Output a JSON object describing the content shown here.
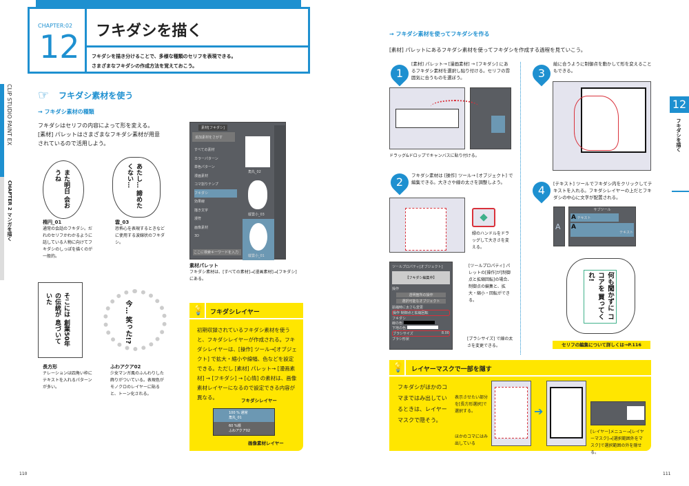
{
  "header": {
    "chapter_label": "CHAPTER:02",
    "chapter_number": "12",
    "title": "フキダシを描く",
    "lead": [
      "フキダシを描き分けることで、多様な種類のセリフを表現できる。",
      "さまざまなフキダシの作成方法を覚えておこう。"
    ]
  },
  "side_tab_left": {
    "product": "CLIP STUDIO PAINT EX",
    "chapter": "CHAPTER 2 マンガを描く"
  },
  "side_tab_right": {
    "number": "12",
    "title": "フキダシを描く"
  },
  "section": {
    "title": "フキダシ素材を使う",
    "sub1": "フキダシ素材の種類",
    "body1": "フキダシはセリフの内容によって形を変える。[素材] パレットはさまざまなフキダシ素材が用意されているので活用しよう。"
  },
  "bubbles": [
    {
      "sample": "また明日 会おうね",
      "name": "楕円_01",
      "desc": "通常の会話のフキダシ。だれのセリフかわかるように話している人物に向けてフキダシのしっぽを描くのが一般的。"
    },
    {
      "sample": "あたし… 諦めたくない…",
      "name": "雲_03",
      "desc": "恐怖心を表現するときなどに使用する波線状のフキダシ。"
    },
    {
      "sample": "そこには 創業50年の伝統が 息づいていた",
      "name": "長方形",
      "desc": "ナレーションは四角い枠にテキストを入れるパターンが多い。"
    },
    {
      "sample": "今… 笑った!?",
      "name": "ふわアクア02",
      "desc": "少女マンガ風のふんわりした飾りがついている。表現色がモノクロのレイヤーに貼ると、トーン化される。"
    }
  ],
  "palette": {
    "tab": "素材[フキダシ]",
    "search_btn": "追加素材をさがす",
    "tree": [
      "すべての素材",
      "カラーパターン",
      "単色パターン",
      "漫画素材",
      "コマ割りテンプ",
      "フキダシ",
      "効果線",
      "描き文字",
      "漫符",
      "画像素材",
      "3D"
    ],
    "thumbs": [
      "角丸_02",
      "縦雲小_03",
      "縦雲小_01"
    ],
    "search_placeholder": "ここに検索キーワードを入力",
    "caption_title": "素材パレット",
    "caption": "フキダシ素材は、[すべての素材]→[漫画素材]→[フキダシ]にある。"
  },
  "tip1": {
    "title": "フキダシレイヤー",
    "body": "初期収録されているフキダシ素材を使うと、フキダシレイヤーが作成される。フキダシレイヤーは、[操作] ツール→[オブジェクト] で拡大・縮小や線幅、色などを設定できる。ただし [素材] パレット→ [漫画素材] → [フキダシ] → [心情] の素材は、画像素材レイヤーになるので設定できる内容が異なる。",
    "label_top": "フキダシレイヤー",
    "label_bottom": "画像素材レイヤー",
    "layers": [
      {
        "mode": "100 % 通常",
        "name": "角丸_01"
      },
      {
        "mode": "60 %標",
        "name": "ふわアクア02"
      }
    ]
  },
  "right": {
    "sub": "フキダシ素材を使ってフキダシを作る",
    "intro": "[素材] パレットにあるフキダシ素材を使ってフキダシを作成する過程を見ていこう。"
  },
  "steps": [
    {
      "n": "1",
      "text": "[素材] パレット→ [漫画素材] → [フキダシ] にあるフキダシ素材を選択し貼り付ける。セリフの雰囲気に合うものを選ぼう。",
      "caption": "ドラッグ&ドロップでキャンバスに貼り付ける。"
    },
    {
      "n": "2",
      "text": "フキダシ素材は [操作] ツール→ [オブジェクト] で編集できる。大きさや線の太さを調整しよう。",
      "note1": "緑のハンドルをドラッグして大きさを変える。",
      "note2": "[ツールプロパティ] パレットの[操作]が[制御点と拡縮回転]の場合、制御点の編集と、拡大・縮小・回転ができる。",
      "note3": "[ブラシサイズ] で線の太さを変更できる。",
      "props": {
        "title": "ツールプロパティ[オブジェクト]",
        "mode": "【フキダシ編集中】",
        "section": "操作",
        "opt1": "透明箇所の操作",
        "opt2": "選択可能なオブジェクト",
        "check": "拡縮時に太さも変更",
        "op_label": "操作",
        "op_value": "制御点と拡縮回転",
        "fukidashi": "フキダシ",
        "line_color": "線の色",
        "fill_color": "下地の色",
        "brush": "ブラシサイズ",
        "brush_value": "8.00",
        "brush_shape": "ブラシ形状"
      }
    },
    {
      "n": "3",
      "text": "絵に合うように制御点を動かして形を変えることもできる。"
    },
    {
      "n": "4",
      "text": "[テキスト] ツールでフキダシ内をクリックしてテキストを入れる。フキダシレイヤーの上だとフキダシの中心に文字が配置される。",
      "subtool_title": "サブツール",
      "subtool_items": [
        "テキスト",
        "テキスト"
      ],
      "sample": "何も聞かずに ココアを 買ってくれ!",
      "link": "セリフの編集について詳しくは→P.116"
    }
  ],
  "tip2": {
    "title": "レイヤーマスクで一部を隠す",
    "body": "フキダシがほかのコマまではみ出しているときは、レイヤーマスクで隠そう。",
    "note1": "表示させたい部分を[長方形選択]で選択する。",
    "note2": "ほかのコマにはみ出している",
    "note3": "[レイヤー]メニュー→[レイヤーマスク]→[選択範囲外をマスク]で選択範囲の外を隠せる。"
  },
  "pages": {
    "left": "110",
    "right": "111"
  },
  "colors": {
    "accent": "#1e90d0",
    "tip": "#ffe600",
    "red": "#d9303a"
  }
}
